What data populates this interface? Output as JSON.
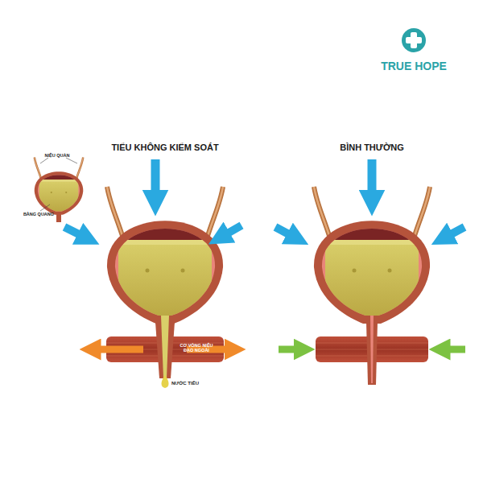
{
  "diagram": {
    "labels": [
      "TRUE HOPE",
      "TIỂU KHÔNG KIỂM SOÁT",
      "BÌNH THƯỜNG",
      "NIỆU QUẢN",
      "BÀNG QUANG",
      "CƠ VÒNG NIỆU ĐẠO NGOÀI",
      "NƯỚC TIỂU"
    ]
  }
}
